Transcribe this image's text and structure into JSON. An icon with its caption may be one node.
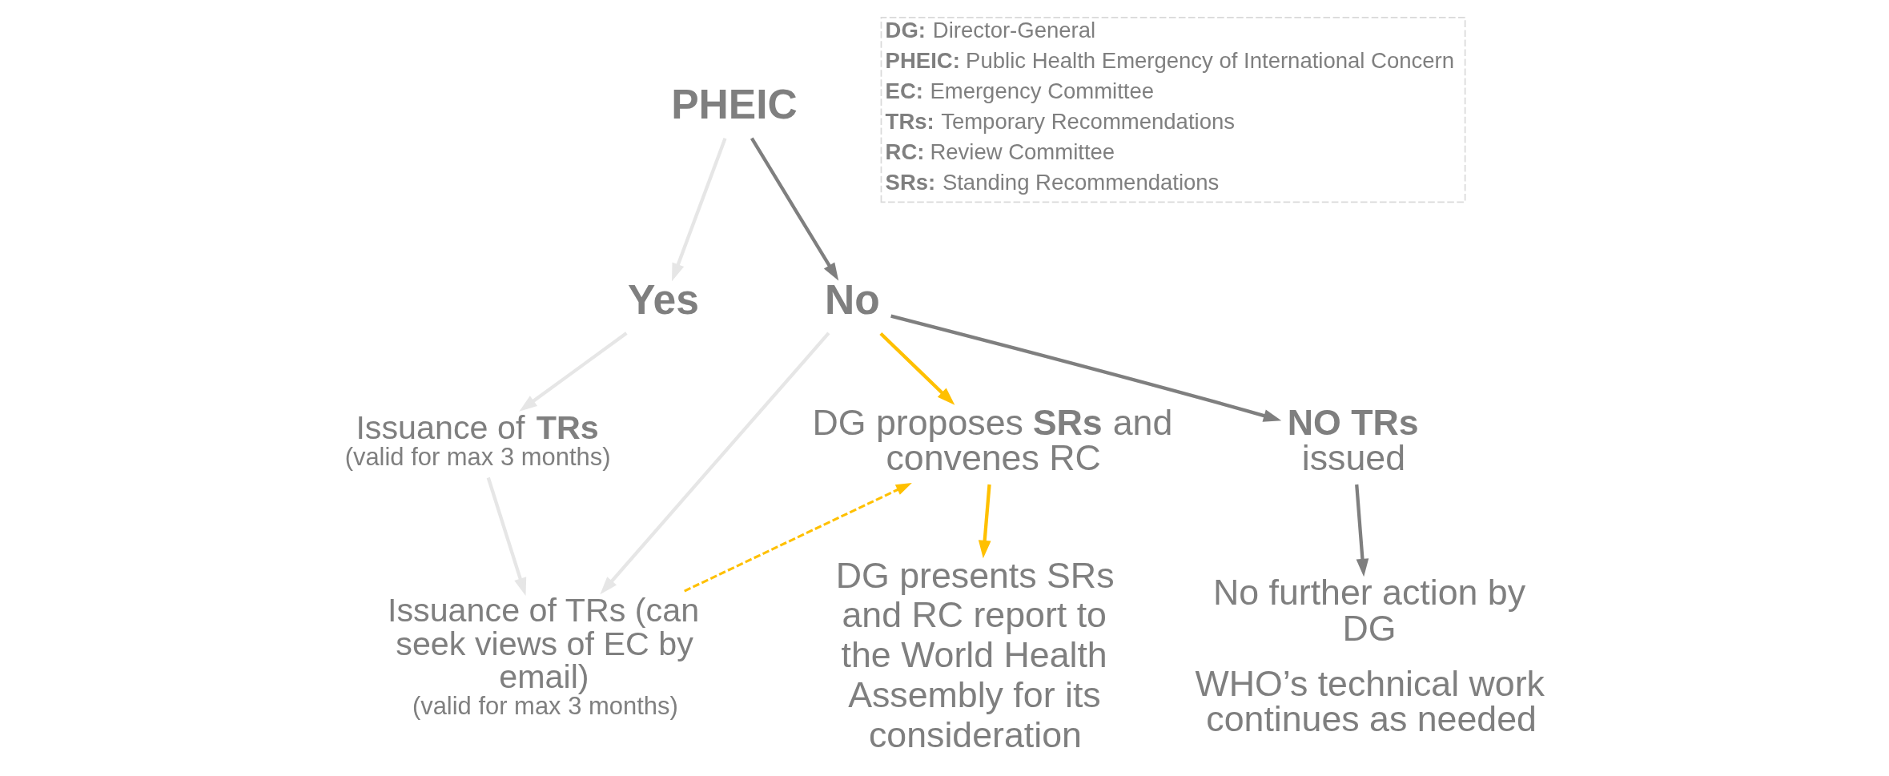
{
  "diagram": {
    "nodes": [
      {
        "text": [
          "PHEIC"
        ]
      },
      {
        "text": [
          "Yes"
        ]
      },
      {
        "text": [
          "No"
        ]
      },
      {
        "text": [
          "Issuance of **TRs**",
          "(valid for max 3 months)"
        ]
      },
      {
        "text": [
          "Issuance of TRs (can seek views of EC by email)",
          "(valid for max 3 months)"
        ]
      },
      {
        "text": [
          "DG proposes **SRs** and convenes RC"
        ]
      },
      {
        "text": [
          "NO TRs",
          "issued"
        ]
      },
      {
        "text": [
          "DG presents SRs and RC report to the World Health Assembly for its consideration"
        ]
      },
      {
        "text": [
          "No further action by DG",
          "WHO’s technical work continues as needed"
        ]
      }
    ],
    "edges": [
      {
        "from": 0,
        "to": 1,
        "arrow": "to",
        "color": "#e6e6e6"
      },
      {
        "from": 0,
        "to": 2,
        "arrow": "to",
        "color": "#7f7f7f"
      },
      {
        "from": 1,
        "to": 3,
        "arrow": "to",
        "color": "#e6e6e6"
      },
      {
        "from": 3,
        "to": 4,
        "arrow": "to",
        "color": "#e6e6e6"
      },
      {
        "from": 2,
        "to": 4,
        "arrow": "to",
        "color": "#e6e6e6"
      },
      {
        "from": 2,
        "to": 5,
        "arrow": "to",
        "color": "#ffc000"
      },
      {
        "from": 2,
        "to": 6,
        "arrow": "to",
        "color": "#7f7f7f"
      },
      {
        "from": 5,
        "to": 7,
        "arrow": "to",
        "color": "#ffc000"
      },
      {
        "from": 6,
        "to": 8,
        "arrow": "to",
        "color": "#7f7f7f"
      },
      {
        "from": 4,
        "to": 5,
        "arrow": "to",
        "style": "dashed",
        "color": "#ffc000"
      }
    ],
    "labels": [
      "**DG:** Director-General",
      "**PHEIC:** Public Health Emergency of International Concern",
      "**EC:** Emergency Committee",
      "**TRs:** Temporary Recommendations",
      "**RC:** Review Committee",
      "**SRs:** Standing Recommendations"
    ]
  }
}
